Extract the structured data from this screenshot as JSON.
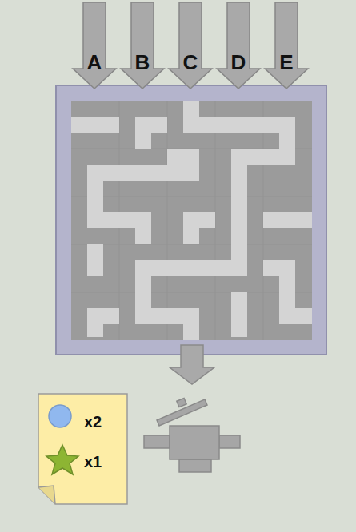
{
  "diagram": {
    "nodes": [
      {
        "text": [
          "A"
        ]
      },
      {
        "text": [
          "B"
        ]
      },
      {
        "text": [
          "C"
        ]
      },
      {
        "text": [
          "D"
        ]
      },
      {
        "text": [
          "E"
        ]
      },
      {
        "text": [
          "x2",
          "x1"
        ]
      }
    ]
  }
}
